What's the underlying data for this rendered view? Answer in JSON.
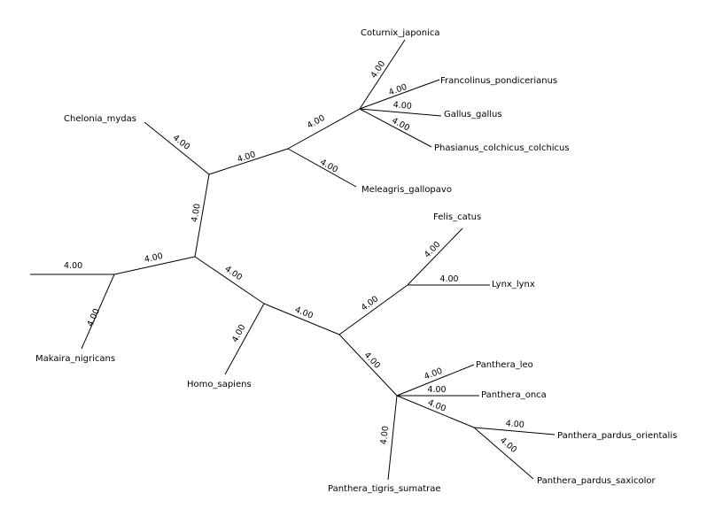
{
  "tree": {
    "branch_length_label": "4.00",
    "taxa": {
      "coturnix": "Coturnix_japonica",
      "francolinus": "Francolinus_pondicerianus",
      "gallus": "Gallus_gallus",
      "phasianus": "Phasianus_colchicus_colchicus",
      "meleagris": "Meleagris_gallopavo",
      "chelonia": "Chelonia_mydas",
      "felis": "Felis_catus",
      "lynx": "Lynx_lynx",
      "makaira": "Makaira_nigricans",
      "homo": "Homo_sapiens",
      "panthera_leo": "Panthera_leo",
      "panthera_onca": "Panthera_onca",
      "panthera_pardus_orientalis": "Panthera_pardus_orientalis",
      "panthera_pardus_saxicolor": "Panthera_pardus_saxicolor",
      "panthera_tigris": "Panthera_tigris_sumatrae"
    },
    "branches": [
      {
        "id": "b-root-left",
        "label": "4.00"
      },
      {
        "id": "b-makaira",
        "label": "4.00"
      },
      {
        "id": "b-root-mid",
        "label": "4.00"
      },
      {
        "id": "b-turtle-node",
        "label": "4.00"
      },
      {
        "id": "b-chelonia",
        "label": "4.00"
      },
      {
        "id": "b-bird-stem",
        "label": "4.00"
      },
      {
        "id": "b-meleagris",
        "label": "4.00"
      },
      {
        "id": "b-phasianid",
        "label": "4.00"
      },
      {
        "id": "b-coturnix",
        "label": "4.00"
      },
      {
        "id": "b-francolinus",
        "label": "4.00"
      },
      {
        "id": "b-gallus",
        "label": "4.00"
      },
      {
        "id": "b-phasianus",
        "label": "4.00"
      },
      {
        "id": "b-mammal-stem",
        "label": "4.00"
      },
      {
        "id": "b-homo",
        "label": "4.00"
      },
      {
        "id": "b-felid-stem",
        "label": "4.00"
      },
      {
        "id": "b-felis-lynx",
        "label": "4.00"
      },
      {
        "id": "b-felis",
        "label": "4.00"
      },
      {
        "id": "b-lynx",
        "label": "4.00"
      },
      {
        "id": "b-panthera-stem",
        "label": "4.00"
      },
      {
        "id": "b-tigris",
        "label": "4.00"
      },
      {
        "id": "b-leo",
        "label": "4.00"
      },
      {
        "id": "b-onca",
        "label": "4.00"
      },
      {
        "id": "b-pardus-stem",
        "label": "4.00"
      },
      {
        "id": "b-orientalis",
        "label": "4.00"
      },
      {
        "id": "b-saxicolor",
        "label": "4.00"
      }
    ]
  }
}
